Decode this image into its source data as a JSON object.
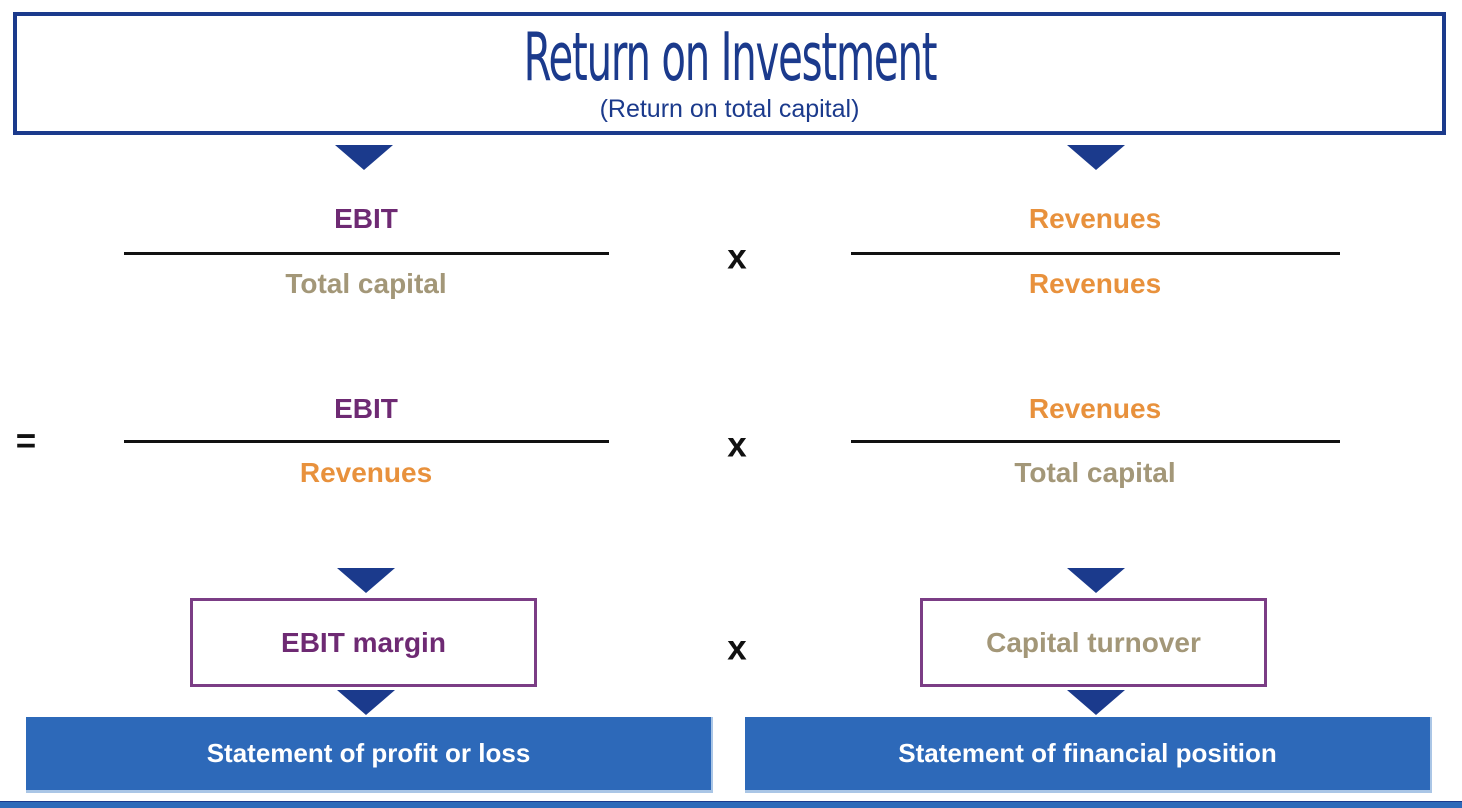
{
  "title_box": {
    "title": "Return on Investment",
    "subtitle": "(Return on total capital)"
  },
  "operators": {
    "equals": "=",
    "multiply": "x"
  },
  "formula": {
    "row1": {
      "left": {
        "numerator": "EBIT",
        "denominator": "Total capital"
      },
      "right": {
        "numerator": "Revenues",
        "denominator": "Revenues"
      }
    },
    "row2": {
      "left": {
        "numerator": "EBIT",
        "denominator": "Revenues"
      },
      "right": {
        "numerator": "Revenues",
        "denominator": "Total capital"
      }
    }
  },
  "ratio_boxes": {
    "left": "EBIT margin",
    "right": "Capital turnover"
  },
  "statement_bars": {
    "left": "Statement of profit or loss",
    "right": "Statement of financial position"
  },
  "colors": {
    "navy": "#1b3a8c",
    "purple_text": "#6e2a73",
    "purple_border": "#7b3d85",
    "tan": "#a39778",
    "orange": "#e8913c",
    "bar_blue": "#2d69b9",
    "bar_edge_light": "#aac6e6",
    "text_black": "#111111"
  }
}
